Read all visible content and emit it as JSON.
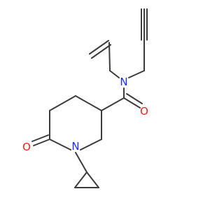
{
  "molecule": {
    "atoms": {
      "n_amide": {
        "symbol": "N",
        "color": "#1c2cff"
      },
      "o_amide": {
        "symbol": "O",
        "color": "#ff1c1c"
      },
      "n_ring": {
        "symbol": "N",
        "color": "#1c2cff"
      },
      "o_ring": {
        "symbol": "O",
        "color": "#ff1c1c"
      }
    },
    "bond_color": "#3c3c3c"
  }
}
